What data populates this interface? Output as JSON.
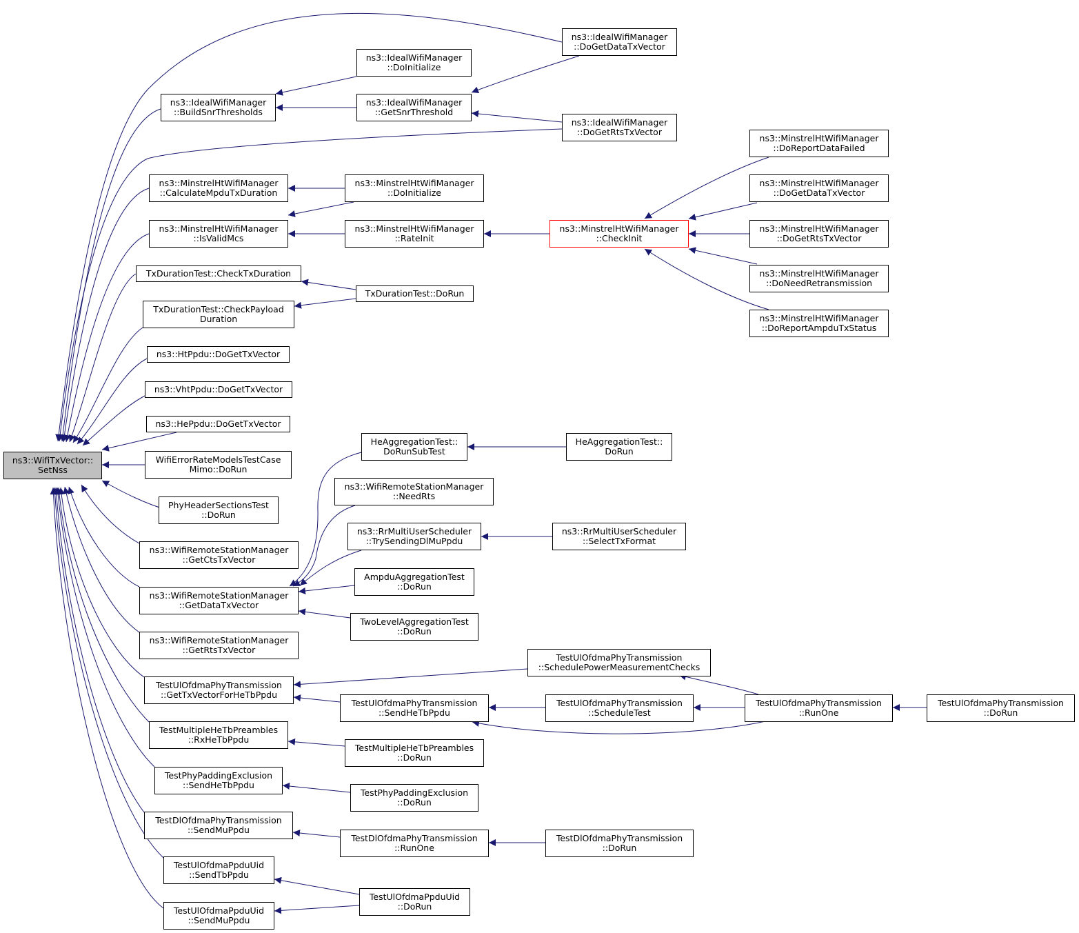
{
  "colors": {
    "edge": "#191970",
    "highlight_border": "#ff0000",
    "root_fill": "#bfbfbf"
  },
  "nodes": {
    "root": {
      "l1": "ns3::WifiTxVector::",
      "l2": "SetNss"
    },
    "ideal_build": {
      "l1": "ns3::IdealWifiManager",
      "l2": "::BuildSnrThresholds"
    },
    "ideal_doinit": {
      "l1": "ns3::IdealWifiManager",
      "l2": "::DoInitialize"
    },
    "ideal_getsnr": {
      "l1": "ns3::IdealWifiManager",
      "l2": "::GetSnrThreshold"
    },
    "ideal_data": {
      "l1": "ns3::IdealWifiManager",
      "l2": "::DoGetDataTxVector"
    },
    "ideal_rts": {
      "l1": "ns3::IdealWifiManager",
      "l2": "::DoGetRtsTxVector"
    },
    "mht_calc": {
      "l1": "ns3::MinstrelHtWifiManager",
      "l2": "::CalculateMpduTxDuration"
    },
    "mht_doinit": {
      "l1": "ns3::MinstrelHtWifiManager",
      "l2": "::DoInitialize"
    },
    "mht_isvalid": {
      "l1": "ns3::MinstrelHtWifiManager",
      "l2": "::IsValidMcs"
    },
    "mht_rateinit": {
      "l1": "ns3::MinstrelHtWifiManager",
      "l2": "::RateInit"
    },
    "mht_checkinit": {
      "l1": "ns3::MinstrelHtWifiManager",
      "l2": "::CheckInit"
    },
    "mht_reportfailed": {
      "l1": "ns3::MinstrelHtWifiManager",
      "l2": "::DoReportDataFailed"
    },
    "mht_data": {
      "l1": "ns3::MinstrelHtWifiManager",
      "l2": "::DoGetDataTxVector"
    },
    "mht_rts": {
      "l1": "ns3::MinstrelHtWifiManager",
      "l2": "::DoGetRtsTxVector"
    },
    "mht_needretx": {
      "l1": "ns3::MinstrelHtWifiManager",
      "l2": "::DoNeedRetransmission"
    },
    "mht_ampdu": {
      "l1": "ns3::MinstrelHtWifiManager",
      "l2": "::DoReportAmpduTxStatus"
    },
    "txd_checktx": {
      "l1": "TxDurationTest::CheckTxDuration",
      "l2": ""
    },
    "txd_checkpayload": {
      "l1": "TxDurationTest::CheckPayload",
      "l2": "Duration"
    },
    "txd_dorun": {
      "l1": "TxDurationTest::DoRun",
      "l2": ""
    },
    "htppdu": {
      "l1": "ns3::HtPpdu::DoGetTxVector",
      "l2": ""
    },
    "vhtppdu": {
      "l1": "ns3::VhtPpdu::DoGetTxVector",
      "l2": ""
    },
    "heppdu": {
      "l1": "ns3::HePpdu::DoGetTxVector",
      "l2": ""
    },
    "errmimo": {
      "l1": "WifiErrorRateModelsTestCase",
      "l2": "Mimo::DoRun"
    },
    "phyhdr": {
      "l1": "PhyHeaderSectionsTest",
      "l2": "::DoRun"
    },
    "wrsm_cts": {
      "l1": "ns3::WifiRemoteStationManager",
      "l2": "::GetCtsTxVector"
    },
    "wrsm_data": {
      "l1": "ns3::WifiRemoteStationManager",
      "l2": "::GetDataTxVector"
    },
    "wrsm_rts": {
      "l1": "ns3::WifiRemoteStationManager",
      "l2": "::GetRtsTxVector"
    },
    "heagg_sub": {
      "l1": "HeAggregationTest::",
      "l2": "DoRunSubTest"
    },
    "heagg_run": {
      "l1": "HeAggregationTest::",
      "l2": "DoRun"
    },
    "wrsm_needrts": {
      "l1": "ns3::WifiRemoteStationManager",
      "l2": "::NeedRts"
    },
    "rr_trysend": {
      "l1": "ns3::RrMultiUserScheduler",
      "l2": "::TrySendingDlMuPpdu"
    },
    "rr_select": {
      "l1": "ns3::RrMultiUserScheduler",
      "l2": "::SelectTxFormat"
    },
    "ampdu_run": {
      "l1": "AmpduAggregationTest",
      "l2": "::DoRun"
    },
    "twolevel_run": {
      "l1": "TwoLevelAggregationTest",
      "l2": "::DoRun"
    },
    "ul_gettx": {
      "l1": "TestUlOfdmaPhyTransmission",
      "l2": "::GetTxVectorForHeTbPpdu"
    },
    "ul_schedpower": {
      "l1": "TestUlOfdmaPhyTransmission",
      "l2": "::SchedulePowerMeasurementChecks"
    },
    "ul_sendhetb": {
      "l1": "TestUlOfdmaPhyTransmission",
      "l2": "::SendHeTbPpdu"
    },
    "ul_schedtest": {
      "l1": "TestUlOfdmaPhyTransmission",
      "l2": "::ScheduleTest"
    },
    "ul_runone": {
      "l1": "TestUlOfdmaPhyTransmission",
      "l2": "::RunOne"
    },
    "ul_dorun": {
      "l1": "TestUlOfdmaPhyTransmission",
      "l2": "::DoRun"
    },
    "mhetb_rx": {
      "l1": "TestMultipleHeTbPreambles",
      "l2": "::RxHeTbPpdu"
    },
    "mhetb_run": {
      "l1": "TestMultipleHeTbPreambles",
      "l2": "::DoRun"
    },
    "pad_send": {
      "l1": "TestPhyPaddingExclusion",
      "l2": "::SendHeTbPpdu"
    },
    "pad_run": {
      "l1": "TestPhyPaddingExclusion",
      "l2": "::DoRun"
    },
    "dl_send": {
      "l1": "TestDlOfdmaPhyTransmission",
      "l2": "::SendMuPpdu"
    },
    "dl_runone": {
      "l1": "TestDlOfdmaPhyTransmission",
      "l2": "::RunOne"
    },
    "dl_dorun": {
      "l1": "TestDlOfdmaPhyTransmission",
      "l2": "::DoRun"
    },
    "uid_tb": {
      "l1": "TestUlOfdmaPpduUid",
      "l2": "::SendTbPpdu"
    },
    "uid_mu": {
      "l1": "TestUlOfdmaPpduUid",
      "l2": "::SendMuPpdu"
    },
    "uid_run": {
      "l1": "TestUlOfdmaPpduUid",
      "l2": "::DoRun"
    }
  }
}
